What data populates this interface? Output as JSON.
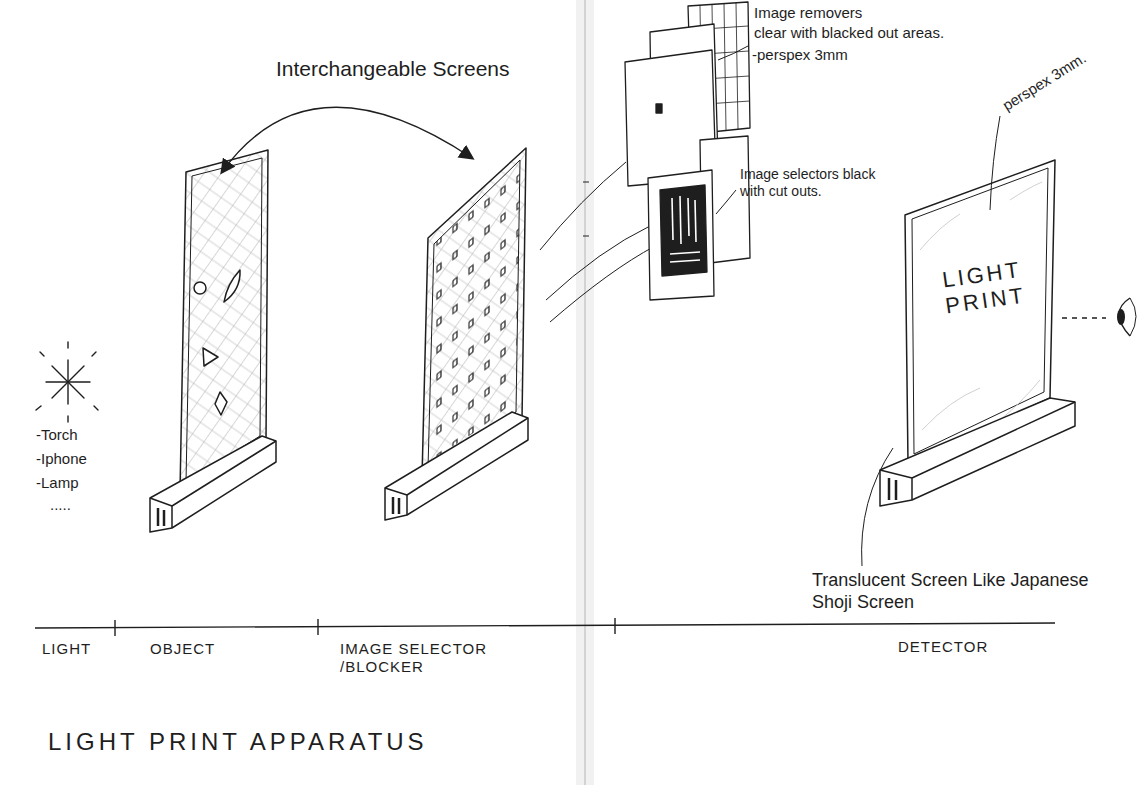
{
  "diagram": {
    "title": "LIGHT PRINT APPARATUS",
    "nodes": [
      {
        "text": [
          "LIGHT PRINT"
        ]
      }
    ],
    "labels": [
      "Interchangeable Screens",
      "Image removers",
      "clear with blacked out areas.",
      "-perspex 3mm",
      "Image selectors black with cut outs.",
      "perspex 3mm.",
      "-Torch",
      "-Iphone",
      "-Lamp",
      ".....",
      "Translucent Screen Like Japanese Shoji Screen",
      "LIGHT",
      "OBJECT",
      "IMAGE SELECTOR /BLOCKER",
      "DETECTOR"
    ]
  }
}
